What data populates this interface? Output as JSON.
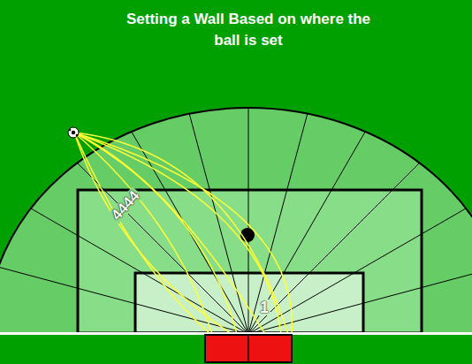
{
  "diagram": {
    "title": "Setting a Wall Based on where the ball is set",
    "labels": [
      "4444",
      "1"
    ]
  }
}
